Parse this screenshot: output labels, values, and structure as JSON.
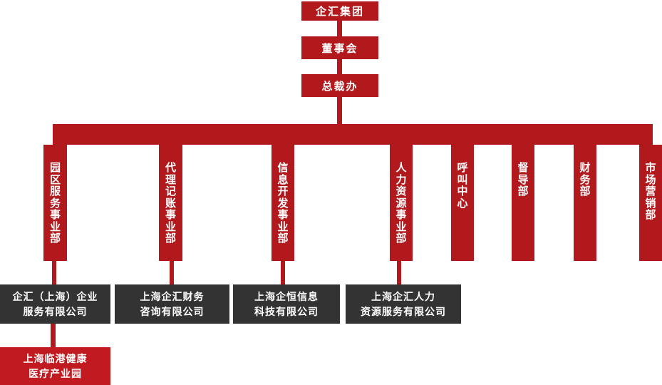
{
  "org": {
    "root": "企汇集团",
    "board": "董事会",
    "president_office": "总裁办",
    "departments": [
      {
        "label": "园区服务事业部"
      },
      {
        "label": "代理记账事业部"
      },
      {
        "label": "信息开发事业部"
      },
      {
        "label": "人力资源事业部"
      },
      {
        "label": "呼叫中心"
      },
      {
        "label": "督导部"
      },
      {
        "label": "财务部"
      },
      {
        "label": "市场营销部"
      }
    ],
    "companies": [
      {
        "lines": [
          "企汇（上海）企业",
          "服务有限公司"
        ]
      },
      {
        "lines": [
          "上海企汇财务",
          "咨询有限公司"
        ]
      },
      {
        "lines": [
          "上海企恒信息",
          "科技有限公司"
        ]
      },
      {
        "lines": [
          "上海企汇人力",
          "资源服务有限公司"
        ]
      }
    ],
    "park": {
      "lines": [
        "上海临港健康",
        "医疗产业园"
      ]
    }
  },
  "colors": {
    "primary_red": "#b2191d",
    "park_red": "#c11a20",
    "dark_gray": "#333333",
    "text_white": "#ffffff"
  }
}
